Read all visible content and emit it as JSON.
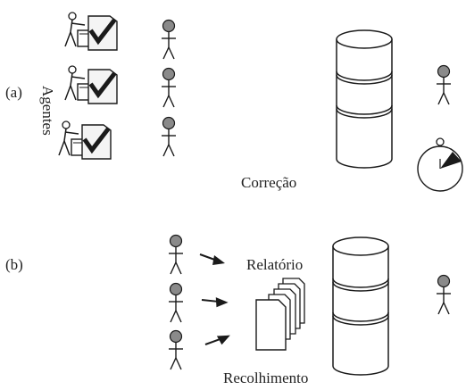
{
  "panel_a": {
    "letter": "(a)",
    "agents_label": "Agentes",
    "caption": "Correção"
  },
  "panel_b": {
    "letter": "(b)",
    "report_label": "Relatório",
    "caption": "Recolhimento"
  },
  "icons": [
    "agent-at-desk-icon",
    "checkmark-document-icon",
    "stick-figure-icon",
    "database-cylinder-icon",
    "stopwatch-icon",
    "arrow-icon",
    "document-stack-icon"
  ],
  "colors": {
    "ink": "#1a1a1a",
    "figure_head": "#8a8a8a",
    "paper": "#f4f4f4"
  }
}
